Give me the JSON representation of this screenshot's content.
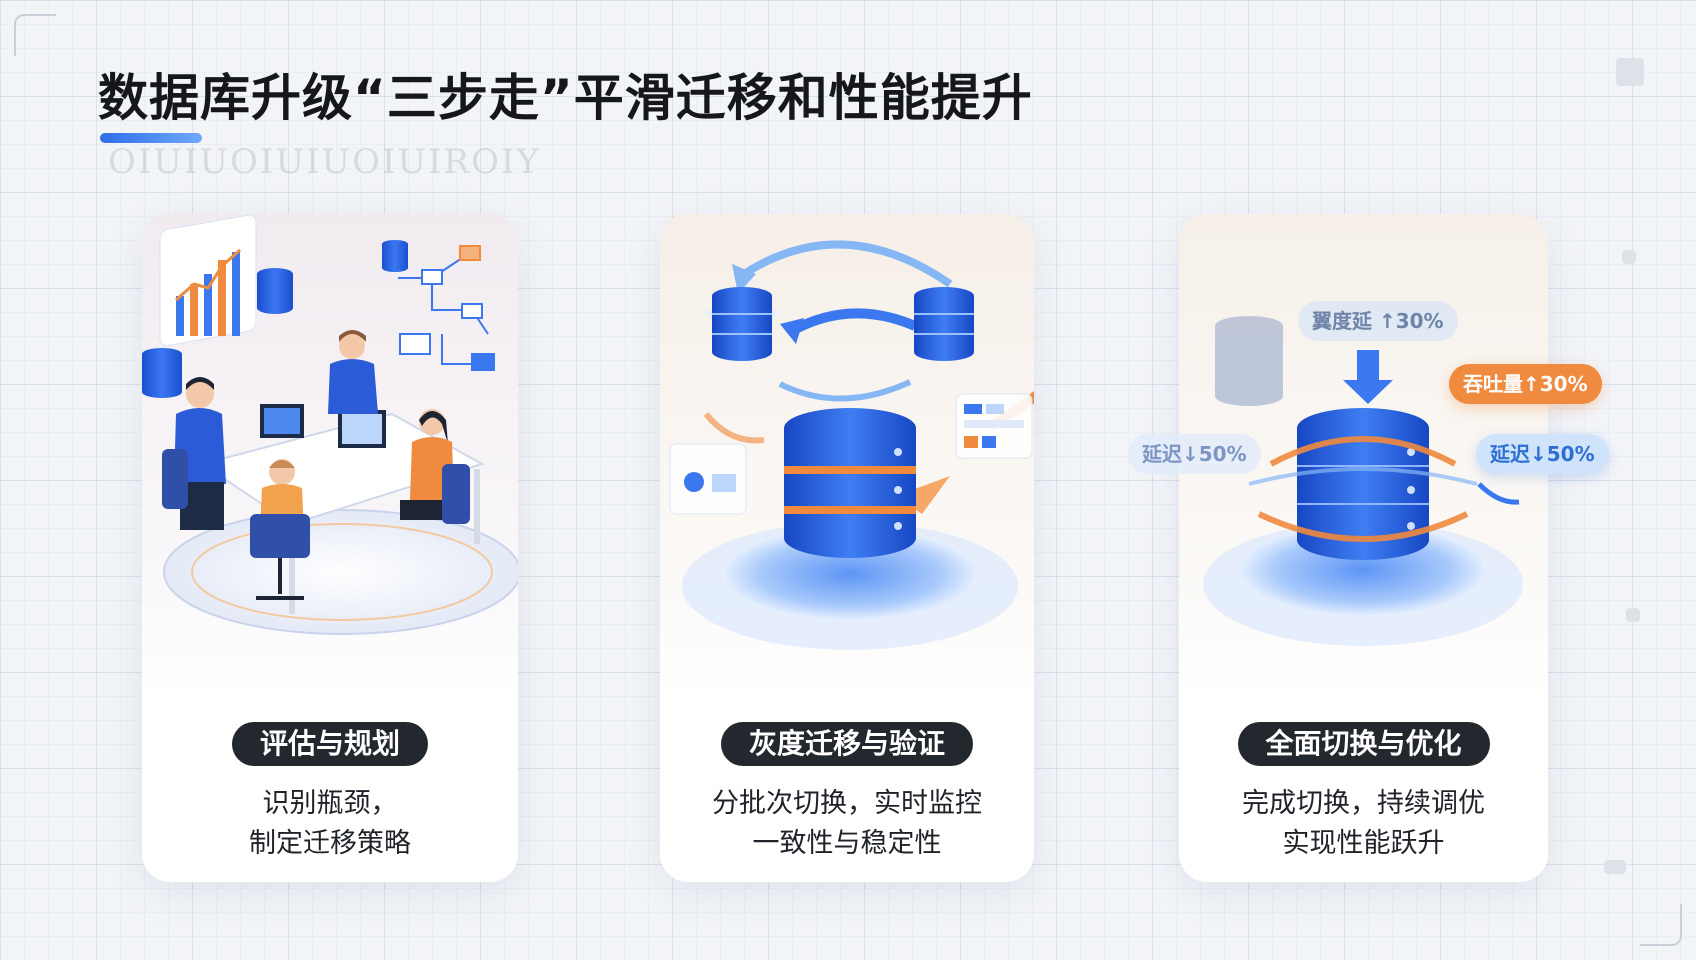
{
  "title": "数据库升级“三步走”平滑迁移和性能提升",
  "subtitle_ghost": "OIUIUOIUIUOIUIROIY",
  "cards": [
    {
      "pill": "评估与规划",
      "desc": [
        "识别瓶颈，",
        "制定迁移策略"
      ]
    },
    {
      "pill": "灰度迁移与验证",
      "desc": [
        "分批次切换，实时监控",
        "一致性与稳定性"
      ]
    },
    {
      "pill": "全面切换与优化",
      "desc": [
        "完成切换，持续调优",
        "实现性能跃升"
      ]
    }
  ],
  "metrics": {
    "faint": "翼度延 ↑30%",
    "throughput": "吞吐量↑30%",
    "latency_left": "延迟↓50%",
    "latency_right": "延迟↓50%"
  },
  "colors": {
    "accent_blue": "#2f6de8",
    "accent_orange": "#f08a3e",
    "pill_dark": "#23272e",
    "db_blue": "#1f56d8"
  }
}
